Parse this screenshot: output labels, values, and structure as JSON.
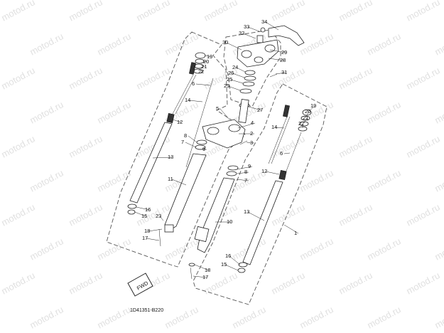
{
  "diagram": {
    "watermark": "motod.ru",
    "code": "1D41351-B220",
    "fwd_label": "FWD",
    "callouts": [
      {
        "id": "34",
        "label": "34"
      },
      {
        "id": "33",
        "label": "33"
      },
      {
        "id": "32",
        "label": "32"
      },
      {
        "id": "30",
        "label": "30"
      },
      {
        "id": "29",
        "label": "29"
      },
      {
        "id": "28",
        "label": "28"
      },
      {
        "id": "31",
        "label": "31"
      },
      {
        "id": "24",
        "label": "24"
      },
      {
        "id": "26",
        "label": "26"
      },
      {
        "id": "25a",
        "label": "25"
      },
      {
        "id": "25b",
        "label": "25"
      },
      {
        "id": "27",
        "label": "27"
      },
      {
        "id": "19a",
        "label": "19"
      },
      {
        "id": "20a",
        "label": "20"
      },
      {
        "id": "21a",
        "label": "21"
      },
      {
        "id": "22a",
        "label": "22"
      },
      {
        "id": "6a",
        "label": "6"
      },
      {
        "id": "14a",
        "label": "14"
      },
      {
        "id": "5",
        "label": "5"
      },
      {
        "id": "12a",
        "label": "12"
      },
      {
        "id": "4",
        "label": "4"
      },
      {
        "id": "2",
        "label": "2"
      },
      {
        "id": "8a",
        "label": "8"
      },
      {
        "id": "7a",
        "label": "7"
      },
      {
        "id": "3",
        "label": "3"
      },
      {
        "id": "9a",
        "label": "9"
      },
      {
        "id": "13a",
        "label": "13"
      },
      {
        "id": "19b",
        "label": "19"
      },
      {
        "id": "20b",
        "label": "20"
      },
      {
        "id": "21b",
        "label": "21"
      },
      {
        "id": "22b",
        "label": "22"
      },
      {
        "id": "14b",
        "label": "14"
      },
      {
        "id": "6b",
        "label": "6"
      },
      {
        "id": "12b",
        "label": "12"
      },
      {
        "id": "9b",
        "label": "9"
      },
      {
        "id": "8b",
        "label": "8"
      },
      {
        "id": "7b",
        "label": "7"
      },
      {
        "id": "11",
        "label": "11"
      },
      {
        "id": "16a",
        "label": "16"
      },
      {
        "id": "15a",
        "label": "15"
      },
      {
        "id": "23",
        "label": "23"
      },
      {
        "id": "18a",
        "label": "18"
      },
      {
        "id": "17a",
        "label": "17"
      },
      {
        "id": "10",
        "label": "10"
      },
      {
        "id": "13b",
        "label": "13"
      },
      {
        "id": "1",
        "label": "1"
      },
      {
        "id": "16b",
        "label": "16"
      },
      {
        "id": "15b",
        "label": "15"
      },
      {
        "id": "18b",
        "label": "18"
      },
      {
        "id": "17b",
        "label": "17"
      }
    ]
  }
}
